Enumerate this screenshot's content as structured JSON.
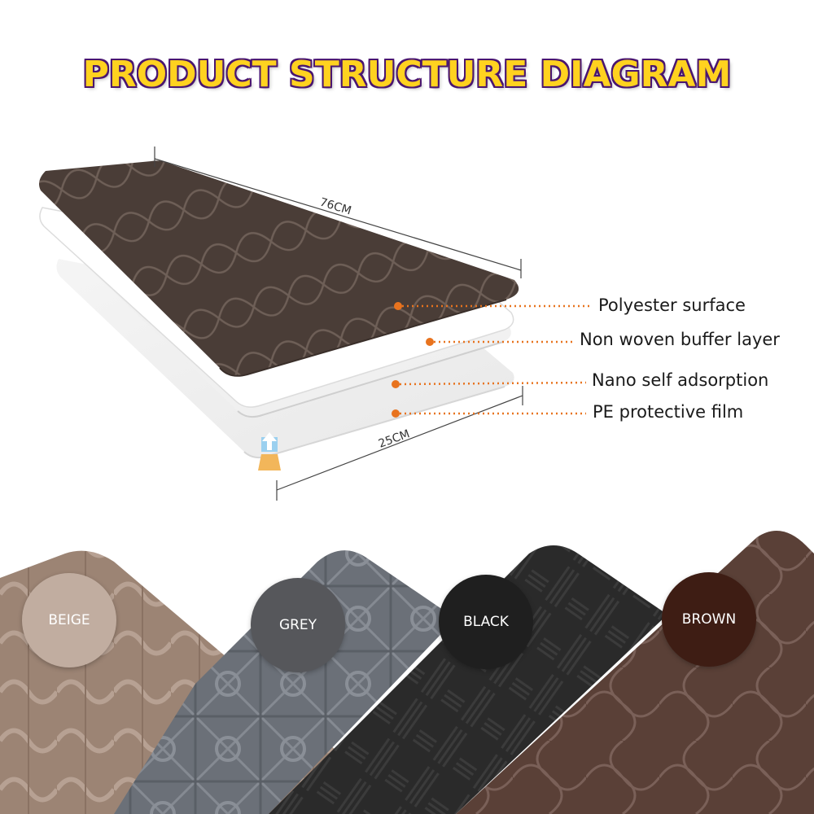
{
  "title": "PRODUCT STRUCTURE DIAGRAM",
  "dimensions": {
    "length": "76CM",
    "width": "25CM"
  },
  "layers": [
    {
      "label": "Polyester surface"
    },
    {
      "label": "Non woven buffer layer"
    },
    {
      "label": "Nano self adsorption"
    },
    {
      "label": "PE protective film"
    }
  ],
  "colors": [
    {
      "label": "BEIGE",
      "hex": "#c1ada0"
    },
    {
      "label": "GREY",
      "hex": "#56575b"
    },
    {
      "label": "BLACK",
      "hex": "#1f1f1f"
    },
    {
      "label": "BROWN",
      "hex": "#3e1d14"
    }
  ],
  "accent": "#e8731e"
}
